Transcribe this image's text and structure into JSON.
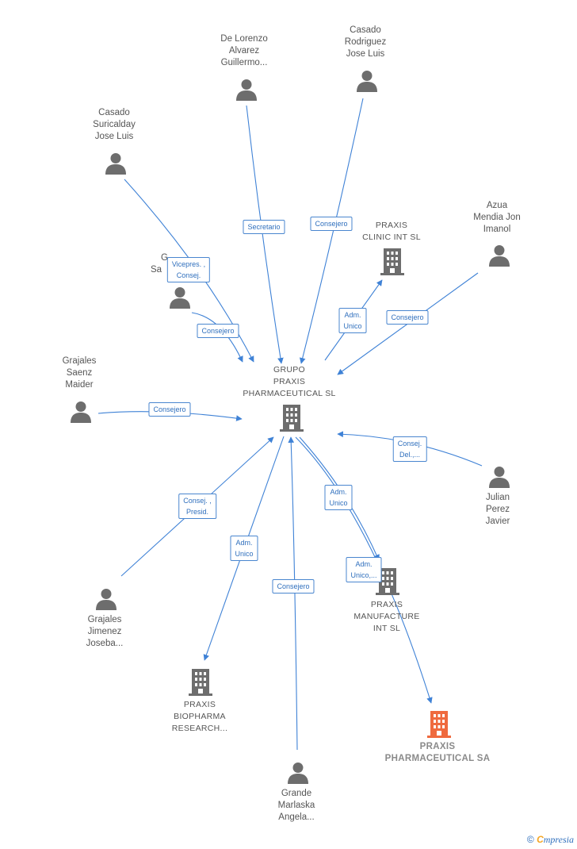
{
  "colors": {
    "edge": "#3f82d6",
    "person": "#6d6d6d",
    "company": "#6d6d6d",
    "highlight": "#ef6a3e"
  },
  "persons": {
    "de_lorenzo": [
      "De Lorenzo",
      "Alvarez",
      "Guillermo..."
    ],
    "casado_rodriguez": [
      "Casado",
      "Rodriguez",
      "Jose Luis"
    ],
    "casado_suricalday": [
      "Casado",
      "Suricalday",
      "Jose Luis"
    ],
    "azua": [
      "Azua",
      "Mendia Jon",
      "Imanol"
    ],
    "g_sa": [
      "G",
      "Sa"
    ],
    "grajales_saenz": [
      "Grajales",
      "Saenz",
      "Maider"
    ],
    "julian": [
      "Julian",
      "Perez",
      "Javier"
    ],
    "grajales_jimenez": [
      "Grajales",
      "Jimenez",
      "Joseba..."
    ],
    "grande": [
      "Grande",
      "Marlaska",
      "Angela..."
    ]
  },
  "companies": {
    "grupo": [
      "GRUPO",
      "PRAXIS",
      "PHARMACEUTICAL SL"
    ],
    "clinic": [
      "PRAXIS",
      "CLINIC INT SL"
    ],
    "manufacture": [
      "PRAXIS",
      "MANUFACTURE",
      "INT SL"
    ],
    "biopharma": [
      "PRAXIS",
      "BIOPHARMA",
      "RESEARCH..."
    ],
    "pharma_sa": [
      "PRAXIS",
      "PHARMACEUTICAL SA"
    ]
  },
  "edge_labels": {
    "secretario": [
      "Secretario"
    ],
    "consejero_casado_rod": [
      "Consejero"
    ],
    "vicepres": [
      "Vicepres. ,",
      "Consej."
    ],
    "consejero_g": [
      "Consejero"
    ],
    "adm_clinic": [
      "Adm.",
      "Unico"
    ],
    "consejero_azua": [
      "Consejero"
    ],
    "consejero_maider": [
      "Consejero"
    ],
    "consej_del": [
      "Consej.",
      "Del.,..."
    ],
    "consej_presid": [
      "Consej. ,",
      "Presid."
    ],
    "adm_manufacture": [
      "Adm.",
      "Unico"
    ],
    "adm_biopharma": [
      "Adm.",
      "Unico"
    ],
    "consejero_grande": [
      "Consejero"
    ],
    "adm_pharma_sa": [
      "Adm.",
      "Unico,..."
    ]
  },
  "footer": {
    "copyright": "©",
    "brand_first": "C",
    "brand_rest": "mpresia"
  }
}
